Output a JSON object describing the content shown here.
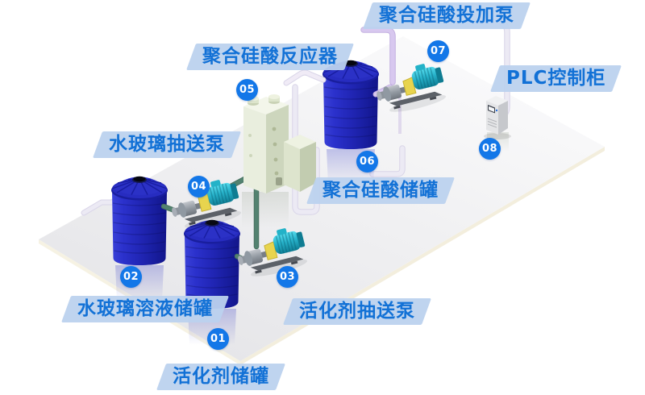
{
  "callouts": {
    "c01": {
      "number": "01",
      "label": "活化剂储罐"
    },
    "c02": {
      "number": "02",
      "label": "水玻璃溶液储罐"
    },
    "c03": {
      "number": "03",
      "label": "活化剂抽送泵"
    },
    "c04": {
      "number": "04",
      "label": "水玻璃抽送泵"
    },
    "c05": {
      "number": "05",
      "label": "聚合硅酸反应器"
    },
    "c06": {
      "number": "06",
      "label": "聚合硅酸储罐"
    },
    "c07": {
      "number": "07",
      "label": "聚合硅酸投加泵"
    },
    "c08": {
      "number": "08",
      "label": "PLC控制柜"
    }
  },
  "colors": {
    "background": "#ffffff",
    "label_bg": "#bcd2ee",
    "label_text": "#1271d6",
    "badge_bg": "#1377e8",
    "badge_text": "#ffffff",
    "tank_blue": "#2227bc",
    "pump_teal": "#2bb9d2",
    "reactor_shell": "#e9eede",
    "pipe_green": "#538270",
    "pipe_white": "#eceaf4",
    "pipe_lavender": "#d8c8ef",
    "platform": "#efeff1"
  }
}
